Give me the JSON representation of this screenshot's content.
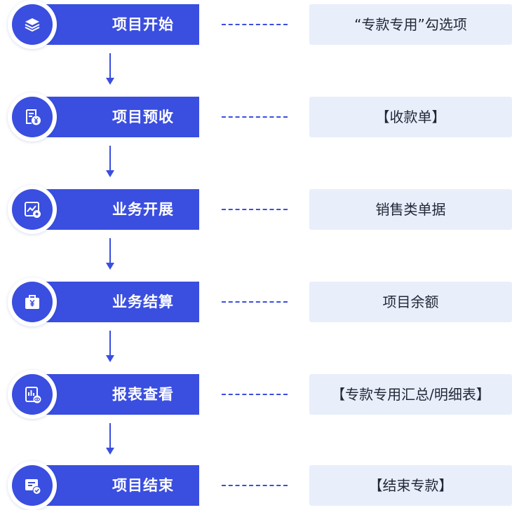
{
  "accent_color": "#3a4ee0",
  "note_background": "#e9eefb",
  "steps": [
    {
      "icon": "layers-icon",
      "label": "项目开始",
      "note": "“专款专用”勾选项"
    },
    {
      "icon": "receipt-yen-icon",
      "label": "项目预收",
      "note": "【收款单】"
    },
    {
      "icon": "trend-chart-gear-icon",
      "label": "业务开展",
      "note": "销售类单据"
    },
    {
      "icon": "yen-briefcase-icon",
      "label": "业务结算",
      "note": "项目余额"
    },
    {
      "icon": "report-view-icon",
      "label": "报表查看",
      "note": "【专款专用汇总/明细表】"
    },
    {
      "icon": "document-check-icon",
      "label": "项目结束",
      "note": "【结束专款】"
    }
  ]
}
